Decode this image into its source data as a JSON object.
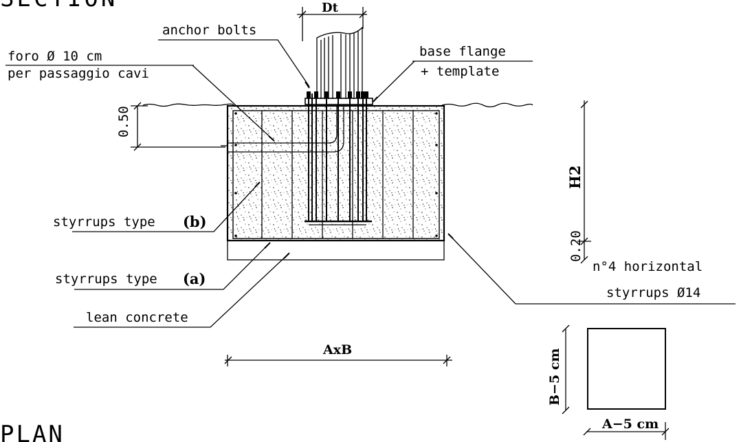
{
  "section_title": "SECTION",
  "plan_title": "PLAN",
  "labels": {
    "anchor_bolts": "anchor bolts",
    "foro_line1": "foro Ø 10 cm",
    "foro_line2": "per passaggio cavi",
    "base_flange_line1": "base flange",
    "base_flange_line2": "+ template",
    "styrrups_b_text": "styrrups type",
    "styrrups_b_tag": "(b)",
    "styrrups_a_text": "styrrups type",
    "styrrups_a_tag": "(a)",
    "lean_concrete": "lean concrete",
    "horizontal_line1": "n°4 horizontal",
    "horizontal_line2": "styrrups Ø14"
  },
  "dimensions": {
    "dt": "Dt",
    "top_layer": "0.50",
    "h2": "H2",
    "bottom_layer": "0.20",
    "axb": "AxB",
    "plan_b": "B−5 cm",
    "plan_a": "A−5 cm"
  }
}
